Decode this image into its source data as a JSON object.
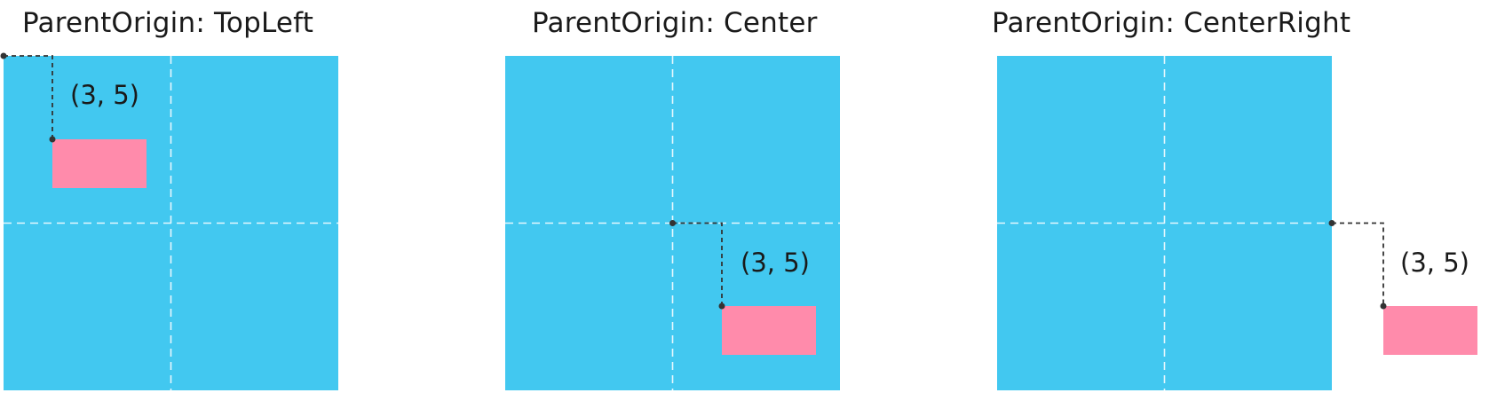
{
  "colors": {
    "parent": "#42c8f0",
    "child": "#ff8bab",
    "guide": "#e6f7fd",
    "connector": "#333333"
  },
  "panels": [
    {
      "title": "ParentOrigin: TopLeft",
      "offset_label": "(3, 5)"
    },
    {
      "title": "ParentOrigin: Center",
      "offset_label": "(3, 5)"
    },
    {
      "title": "ParentOrigin: CenterRight",
      "offset_label": "(3, 5)"
    }
  ]
}
